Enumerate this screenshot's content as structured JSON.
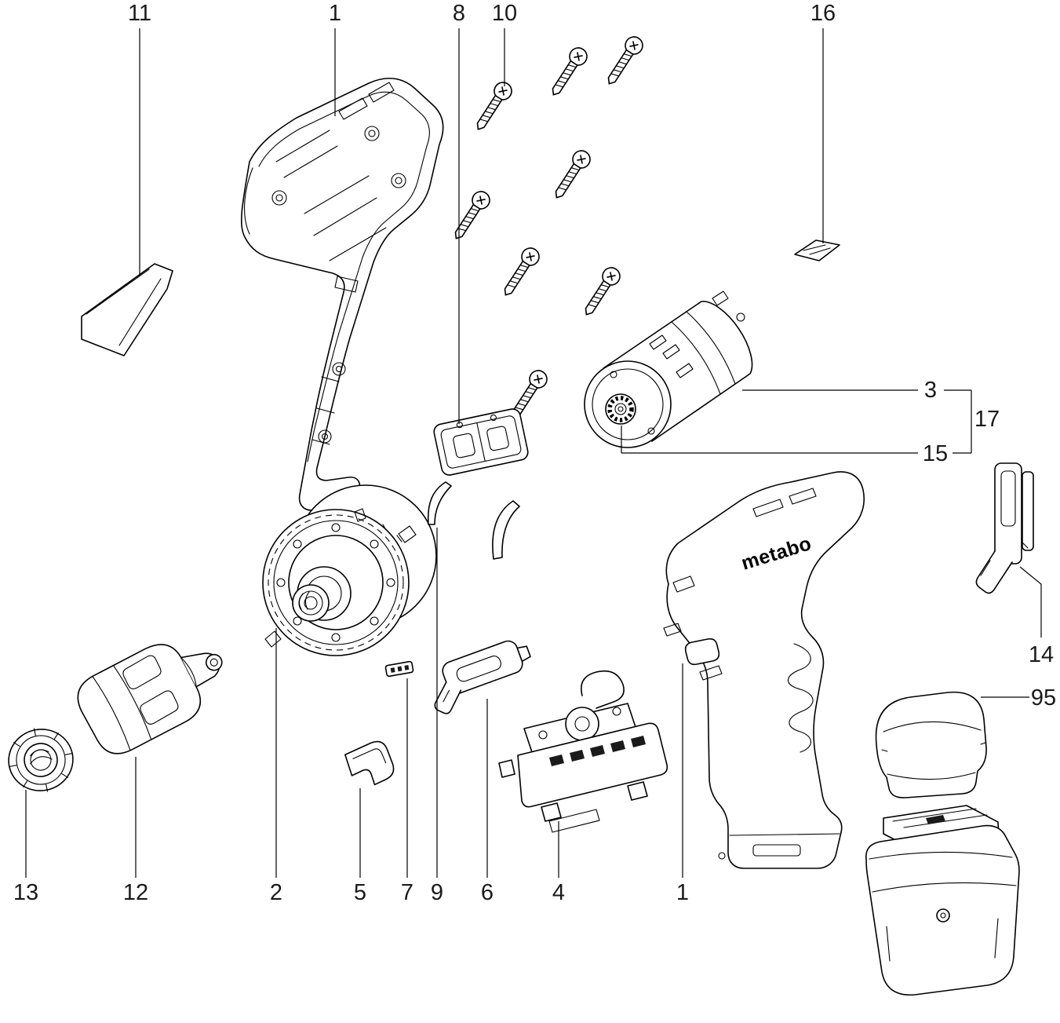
{
  "diagram": {
    "brand_logo": "metabo",
    "colors": {
      "background": "#ffffff",
      "line": "#000000"
    },
    "callouts": [
      {
        "label": "11"
      },
      {
        "label": "1"
      },
      {
        "label": "8"
      },
      {
        "label": "10"
      },
      {
        "label": "16"
      },
      {
        "label": "3"
      },
      {
        "label": "17"
      },
      {
        "label": "15"
      },
      {
        "label": "14"
      },
      {
        "label": "95"
      },
      {
        "label": "13"
      },
      {
        "label": "12"
      },
      {
        "label": "2"
      },
      {
        "label": "5"
      },
      {
        "label": "7"
      },
      {
        "label": "9"
      },
      {
        "label": "6"
      },
      {
        "label": "4"
      },
      {
        "label": "1"
      }
    ]
  }
}
